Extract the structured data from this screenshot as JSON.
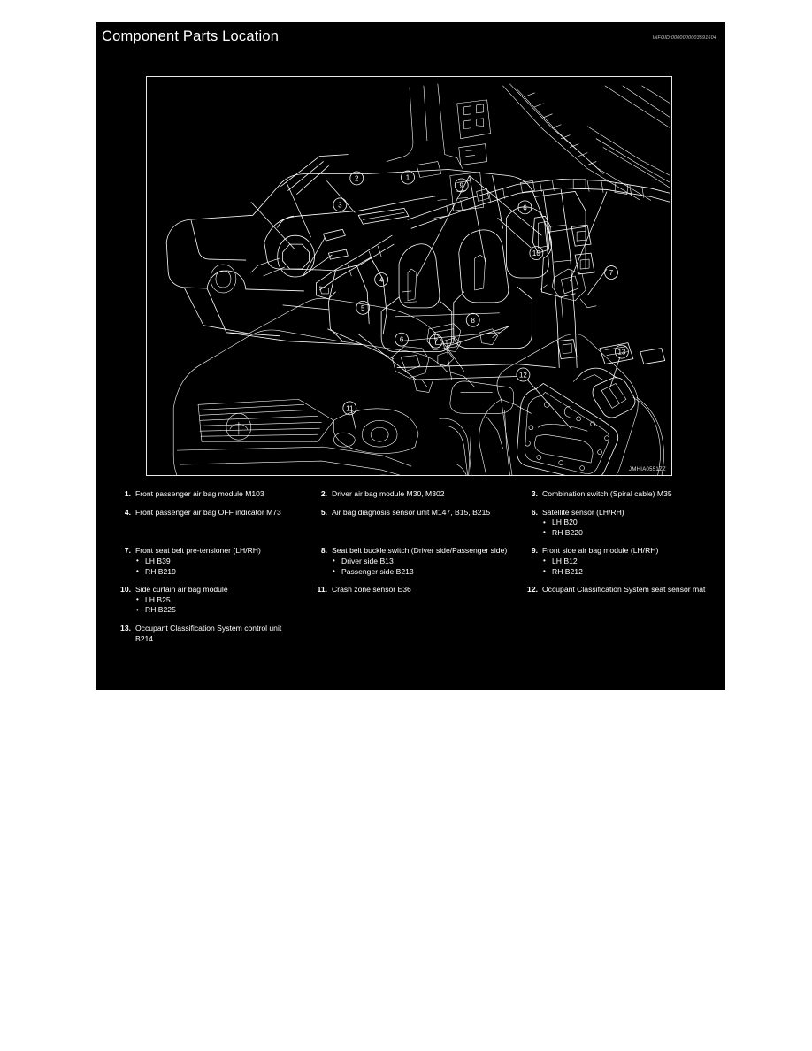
{
  "header": {
    "title": "Component Parts Location",
    "infoid": "INFOID:0000000003591604"
  },
  "figure": {
    "code": "JMHIA0551ZZ",
    "callouts": [
      "1",
      "2",
      "3",
      "4",
      "5",
      "6",
      "7",
      "8",
      "9",
      "10",
      "11",
      "12",
      "13"
    ]
  },
  "legend": {
    "items": [
      {
        "num": "1.",
        "text": "Front passenger air bag module M103",
        "sub": []
      },
      {
        "num": "2.",
        "text": "Driver air bag module M30, M302",
        "sub": []
      },
      {
        "num": "3.",
        "text": "Combination switch (Spiral cable) M35",
        "sub": []
      },
      {
        "num": "4.",
        "text": "Front passenger air bag OFF indicator M73",
        "sub": []
      },
      {
        "num": "5.",
        "text": "Air bag diagnosis sensor unit M147, B15, B215",
        "sub": []
      },
      {
        "num": "6.",
        "text": "Satellite sensor (LH/RH)",
        "sub": [
          "LH B20",
          "RH B220"
        ]
      },
      {
        "num": "7.",
        "text": "Front seat belt pre-tensioner (LH/RH)",
        "sub": [
          "LH B39",
          "RH B219"
        ]
      },
      {
        "num": "8.",
        "text": "Seat belt buckle switch (Driver side/Passenger side)",
        "sub": [
          "Driver side B13",
          "Passenger side B213"
        ]
      },
      {
        "num": "9.",
        "text": "Front side air bag module (LH/RH)",
        "sub": [
          "LH B12",
          "RH B212"
        ]
      },
      {
        "num": "10.",
        "text": "Side curtain air bag module",
        "sub": [
          "LH B25",
          "RH B225"
        ]
      },
      {
        "num": "11.",
        "text": "Crash zone sensor E36",
        "sub": []
      },
      {
        "num": "12.",
        "text": "Occupant Classification System seat sensor mat",
        "sub": []
      },
      {
        "num": "13.",
        "text": "Occupant Classification System control unit B214",
        "sub": []
      }
    ]
  },
  "colors": {
    "page_background": "#ffffff",
    "sheet_background": "#000000",
    "text": "#ffffff",
    "frame": "#e8e8e8"
  }
}
